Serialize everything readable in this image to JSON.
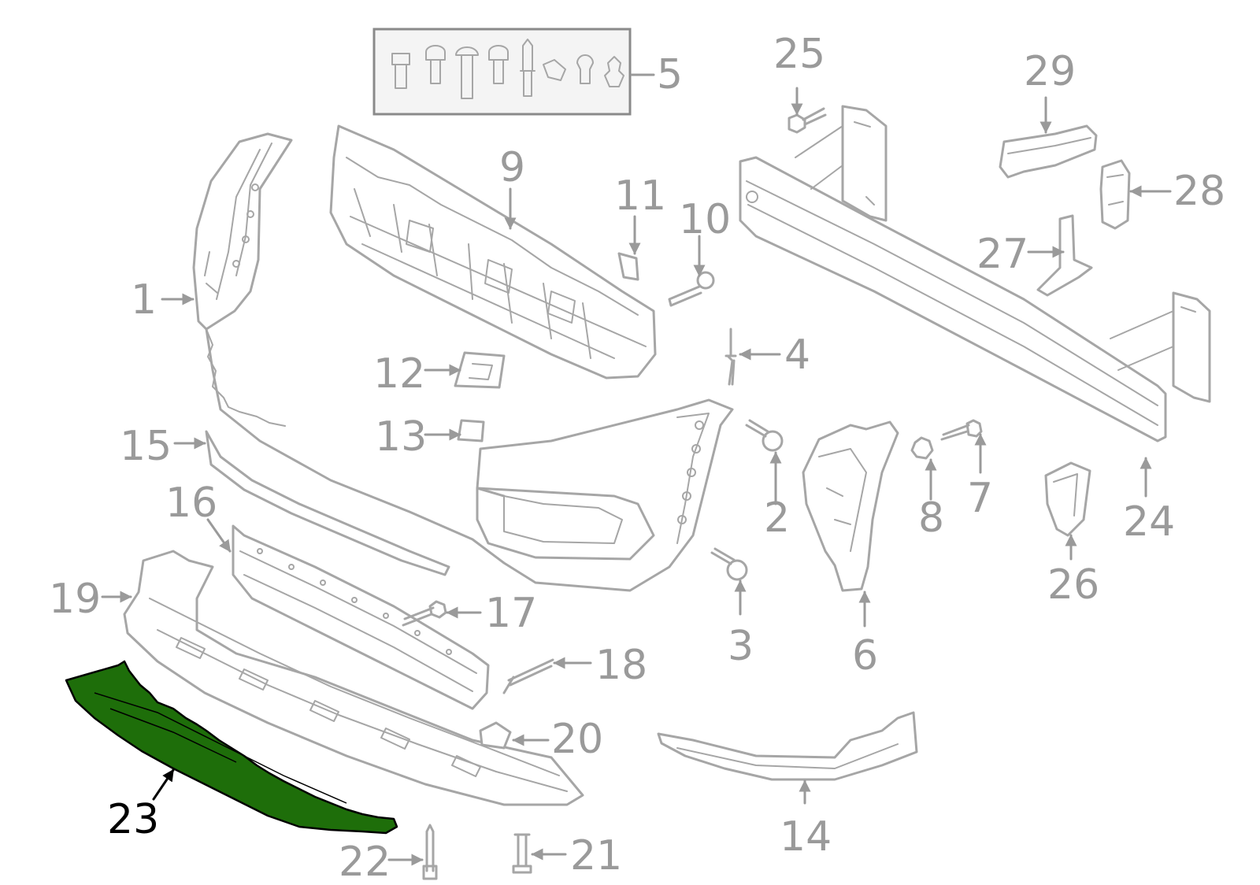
{
  "colors": {
    "line": "#a6a6a6",
    "label": "#9a9a9a",
    "highlight_fill": "#1e6e0a",
    "highlight_label": "#000000",
    "background": "#ffffff"
  },
  "callouts": {
    "c1": "1",
    "c2": "2",
    "c3": "3",
    "c4": "4",
    "c5": "5",
    "c6": "6",
    "c7": "7",
    "c8": "8",
    "c9": "9",
    "c10": "10",
    "c11": "11",
    "c12": "12",
    "c13": "13",
    "c14": "14",
    "c15": "15",
    "c16": "16",
    "c17": "17",
    "c18": "18",
    "c19": "19",
    "c20": "20",
    "c21": "21",
    "c22": "22",
    "c23": "23",
    "c24": "24",
    "c25": "25",
    "c26": "26",
    "c27": "27",
    "c28": "28",
    "c29": "29"
  },
  "highlighted_part": "23"
}
